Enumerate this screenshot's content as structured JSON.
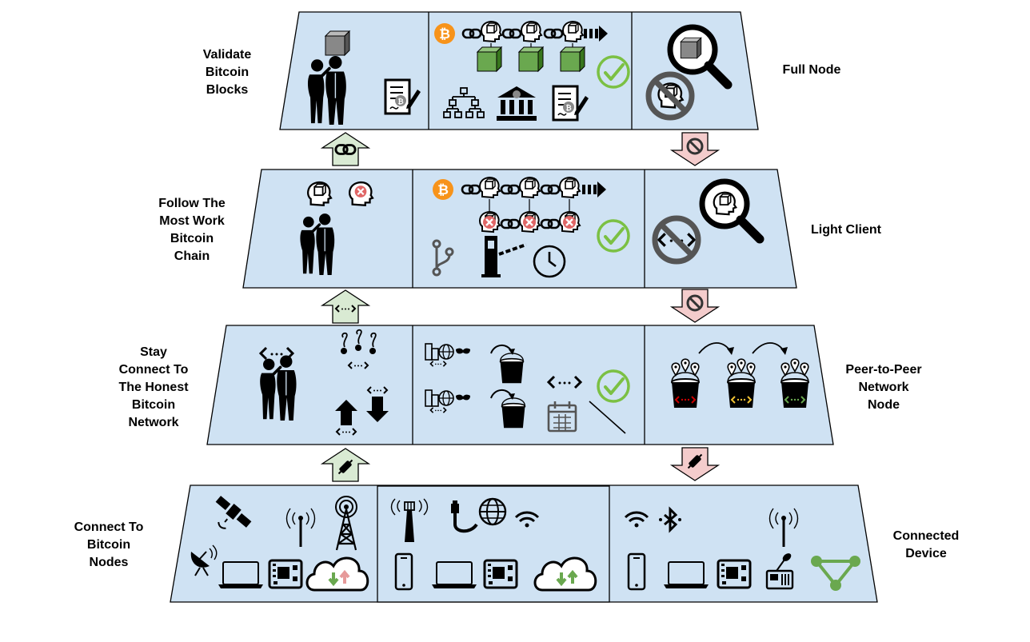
{
  "layers": [
    {
      "left_label": "Validate\nBitcoin\nBlocks",
      "right_label": "Full Node"
    },
    {
      "left_label": "Follow The\nMost Work\nBitcoin\nChain",
      "right_label": "Light Client"
    },
    {
      "left_label": "Stay\nConnect To\nThe Honest\nBitcoin\nNetwork",
      "right_label": "Peer-to-Peer\nNetwork\nNode"
    },
    {
      "left_label": "Connect To\nBitcoin\nNodes",
      "right_label": "Connected\nDevice"
    }
  ],
  "colors": {
    "panel_fill": "#cfe2f3",
    "outline": "#000000",
    "up_arrow_fill": "#d9ead3",
    "down_arrow_fill": "#f4cccc",
    "bitcoin_orange": "#f7931a",
    "block_green": "#6aa84f",
    "check_green": "#7bc043",
    "reject_red": "#e06666",
    "icon_black": "#000000",
    "icon_gray": "#666666"
  },
  "icons": {
    "up_arrows": [
      "chain-link-icon",
      "code-brackets-icon",
      "plug-icon"
    ],
    "down_arrows": [
      "no-sign-icon",
      "no-sign-icon",
      "plug-icon"
    ],
    "layer1": {
      "left": [
        "block-cube-icon",
        "people-whispering-icon",
        "signed-document-icon"
      ],
      "middle": [
        "bitcoin-icon",
        "block-chain-icon",
        "green-block-icon",
        "checkmark-icon",
        "merkle-tree-icon",
        "bank-icon",
        "signed-document-icon"
      ],
      "right": [
        "magnifier-block-icon",
        "no-sign-head-icon"
      ]
    },
    "layer2": {
      "left": [
        "head-block-icon",
        "head-reject-icon",
        "people-whispering-icon"
      ],
      "middle": [
        "bitcoin-icon",
        "header-chain-icon",
        "rejected-header-icon",
        "checkmark-icon",
        "branch-fork-icon",
        "toll-gate-icon",
        "clock-icon"
      ],
      "right": [
        "no-sign-brackets-icon",
        "magnifier-head-icon"
      ]
    },
    "layer3": {
      "left": [
        "code-brackets-icon",
        "people-whispering-icon",
        "hooks-icon",
        "up-arrow-icon",
        "down-arrow-icon"
      ],
      "middle": [
        "buildings-globe-mask-icon",
        "bucket-icon",
        "code-brackets-icon",
        "checkmark-icon",
        "calendar-icon"
      ],
      "right": [
        "bucket-red-icon",
        "bucket-yellow-icon",
        "bucket-green-icon"
      ]
    },
    "layer4": {
      "left": [
        "satellite-icon",
        "satellite-dish-icon",
        "antenna-icon",
        "radio-tower-icon",
        "laptop-icon",
        "circuit-board-icon",
        "cloud-sync-icon"
      ],
      "middle": [
        "cell-antenna-icon",
        "ethernet-globe-icon",
        "wifi-icon",
        "smartphone-icon",
        "laptop-icon",
        "circuit-board-icon",
        "cloud-sync-icon"
      ],
      "right": [
        "wifi-icon",
        "bluetooth-icon",
        "antenna-icon",
        "smartphone-icon",
        "laptop-icon",
        "circuit-board-icon",
        "ham-radio-icon",
        "mesh-network-icon"
      ]
    }
  }
}
